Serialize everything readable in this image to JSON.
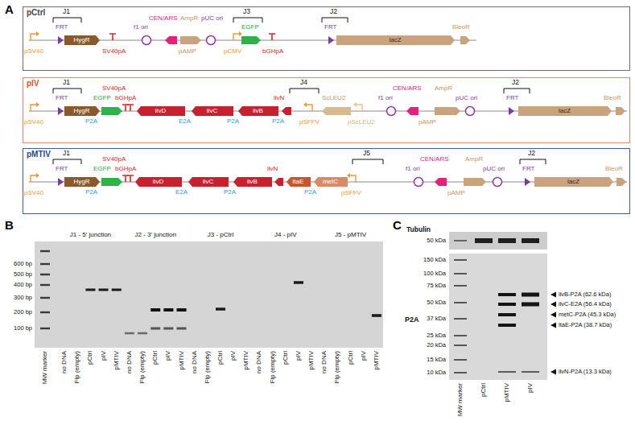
{
  "diagram": {
    "nodes": [
      {
        "text": [
          "pCtrl"
        ]
      },
      {
        "text": [
          "HygR"
        ],
        "in": 0
      },
      {
        "text": [
          "lacZ"
        ],
        "in": 0
      },
      {
        "text": [
          "pIV"
        ]
      },
      {
        "text": [
          "HygR"
        ],
        "in": 3
      },
      {
        "text": [
          "ilvD"
        ],
        "in": 3
      },
      {
        "text": [
          "ilvC"
        ],
        "in": 3
      },
      {
        "text": [
          "ilvB"
        ],
        "in": 3
      },
      {
        "text": [
          "lacZ"
        ],
        "in": 3
      },
      {
        "text": [
          "pMTIV"
        ]
      },
      {
        "text": [
          "HygR"
        ],
        "in": 9
      },
      {
        "text": [
          "ilvD"
        ],
        "in": 9
      },
      {
        "text": [
          "ilvC"
        ],
        "in": 9
      },
      {
        "text": [
          "ilvB"
        ],
        "in": 9
      },
      {
        "text": [
          "ltaE"
        ],
        "in": 9
      },
      {
        "text": [
          "metC"
        ],
        "in": 9
      },
      {
        "text": [
          "lacZ"
        ],
        "in": 9
      }
    ],
    "labels": [
      "A",
      "J1",
      "FRT",
      "pSV40",
      "SV40pA",
      "CEN/ARS",
      "f1 ori",
      "AmpR",
      "pAMP",
      "pUC ori",
      "J3",
      "EGFP",
      "pCMV",
      "bGHpA",
      "J2",
      "FRT",
      "BleoR",
      "J1",
      "FRT",
      "SV40pA",
      "EGFP",
      "bGHpA",
      "pSV40",
      "P2A",
      "E2A",
      "P2A",
      "P2A",
      "ilvN",
      "J4",
      "ScLEU2",
      "pSFFV",
      "pScLEU2",
      "CEN/ARS",
      "f1 ori",
      "AmpR",
      "pAMP",
      "pUC ori",
      "J2",
      "FRT",
      "BleoR",
      "J1",
      "FRT",
      "SV40pA",
      "EGFP",
      "bGHpA",
      "pSV40",
      "P2A",
      "E2A",
      "P2A",
      "ilvN",
      "P2A",
      "J5",
      "pSFFV",
      "CEN/ARS",
      "f1 ori",
      "AmpR",
      "pAMP",
      "pUC ori",
      "J2",
      "FRT",
      "BleoR",
      "B",
      "J1 - 5' junction",
      "J2 - 3' junction",
      "J3 - pCtrl",
      "J4 - pIV",
      "J5 - pMTIV",
      "600 bp",
      "500 bp",
      "400 bp",
      "300 bp",
      "200 bp",
      "100 bp",
      "MW marker",
      "no DNA",
      "Flp (empty)",
      "pCtrl",
      "pIV",
      "pMTIV",
      "no DNA",
      "Flp (empty)",
      "pCtrl",
      "pIV",
      "pMTIV",
      "no DNA",
      "Flp (empty)",
      "pCtrl",
      "pIV",
      "pMTIV",
      "no DNA",
      "Flp (empty)",
      "pCtrl",
      "pIV",
      "pMTIV",
      "no DNA",
      "Flp (empty)",
      "pCtrl",
      "pIV",
      "pMTIV",
      "C",
      "Tubulin",
      "50 kDa",
      "P2A",
      "150 kDa",
      "100 kDa",
      "75 kDa",
      "50 kDa",
      "37 kDa",
      "25 kDa",
      "20 kDa",
      "15 kDa",
      "10 kDa",
      "ilvB-P2A (62.6 kDa)",
      "ilvC-E2A (56.4 kDa)",
      "metC-P2A (45.3 kDa)",
      "ltaE-P2A (38.7 kDa)",
      "ilvN-P2A (13.3 kDa)",
      "MW marker",
      "pCtrl",
      "pMTIV",
      "pIV"
    ]
  }
}
